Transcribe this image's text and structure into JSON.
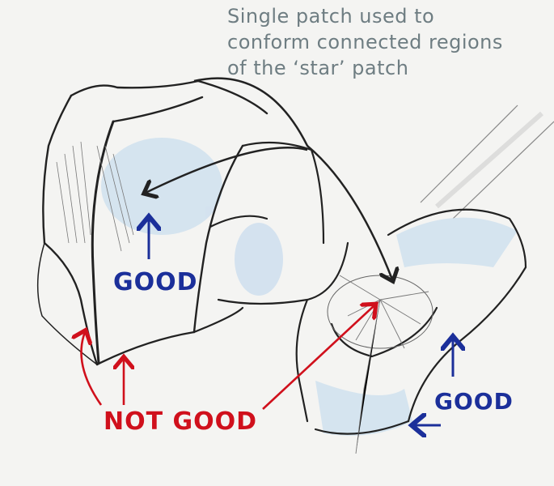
{
  "caption": {
    "lines": [
      "Single patch used to",
      "conform connected regions",
      "of the ‘star’ patch"
    ]
  },
  "labels": {
    "good_left": "GOOD",
    "good_right": "GOOD",
    "not_good": "NOT GOOD"
  },
  "colors": {
    "paper": "#f4f4f2",
    "pencil": "#2a2a2a",
    "blue_ink": "#1b2f9a",
    "red_ink": "#d0101c",
    "wash": "#cfe0ef",
    "caption": "#6e7d82"
  }
}
